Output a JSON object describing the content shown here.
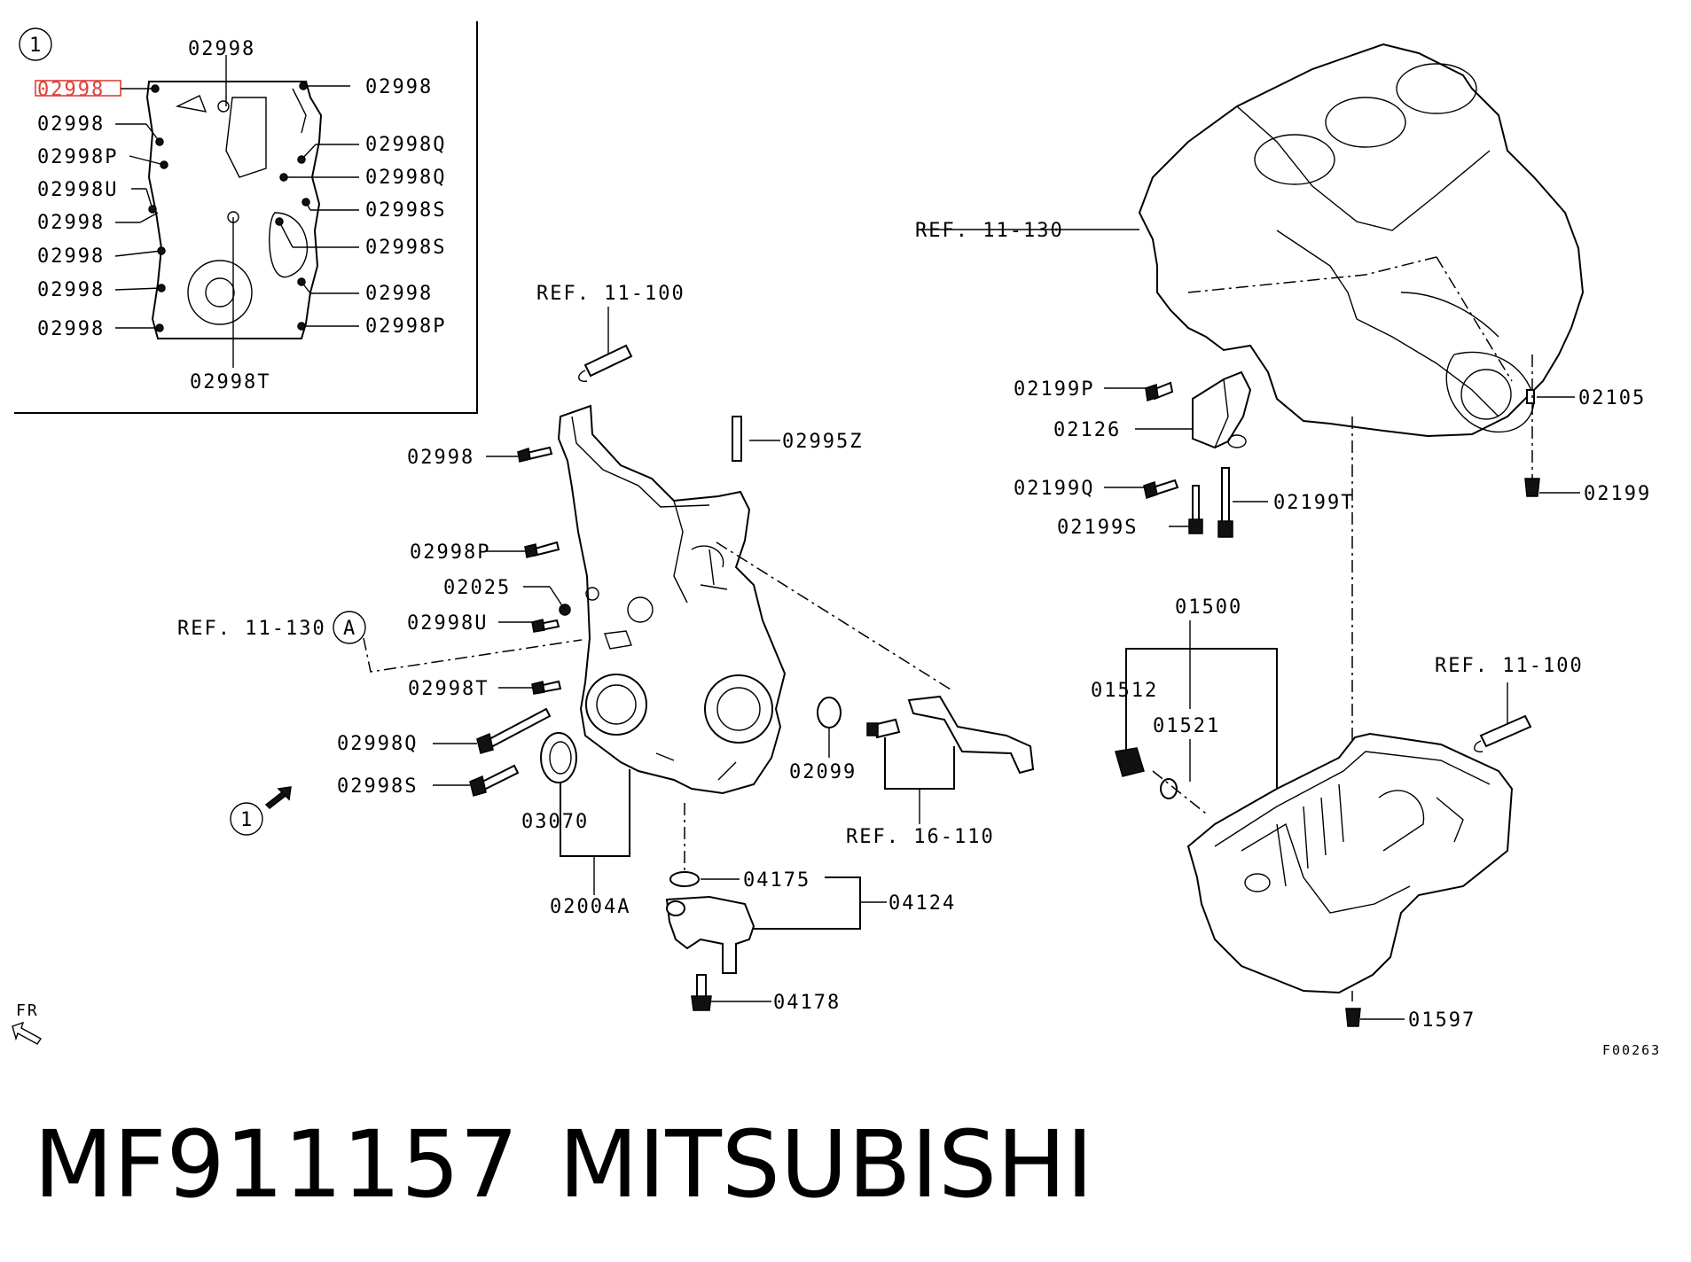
{
  "inset": {
    "callout": "1",
    "highlighted_label": "02998",
    "labels_left": [
      "02998",
      "02998P",
      "02998U",
      "02998",
      "02998",
      "02998",
      "02998"
    ],
    "label_top": "02998",
    "labels_right": [
      "02998",
      "02998Q",
      "02998Q",
      "02998S",
      "02998S",
      "02998",
      "02998P"
    ],
    "label_bottom": "02998T"
  },
  "front_cover": {
    "ref_top": "REF. 11-100",
    "ref_left": "REF. 11-130",
    "ref_left_marker": "A",
    "left_labels": [
      "02998",
      "02998P",
      "02025",
      "02998U",
      "02998T",
      "02998Q",
      "02998S"
    ],
    "dowel": "02995Z",
    "oring": "02099",
    "seal": "03070",
    "assembly": "02004A",
    "bracket_ref": "REF. 16-110",
    "view_callout": "1"
  },
  "sensor": {
    "oring": "04175",
    "assembly": "04124",
    "bolt": "04178"
  },
  "block": {
    "ref": "REF. 11-130",
    "labels": [
      "02199P",
      "02126",
      "02199Q",
      "02199S",
      "02199T",
      "02105",
      "02199"
    ]
  },
  "oil_pan": {
    "assembly": "01500",
    "plug": "01512",
    "gasket": "01521",
    "ref": "REF. 11-100",
    "bolt": "01597"
  },
  "fr_label": "FR",
  "figure_code": "F00263",
  "caption": {
    "part_number": "MF911157",
    "brand": "MITSUBISHI"
  },
  "colors": {
    "highlight": "#e0403a",
    "ink": "#000000"
  }
}
